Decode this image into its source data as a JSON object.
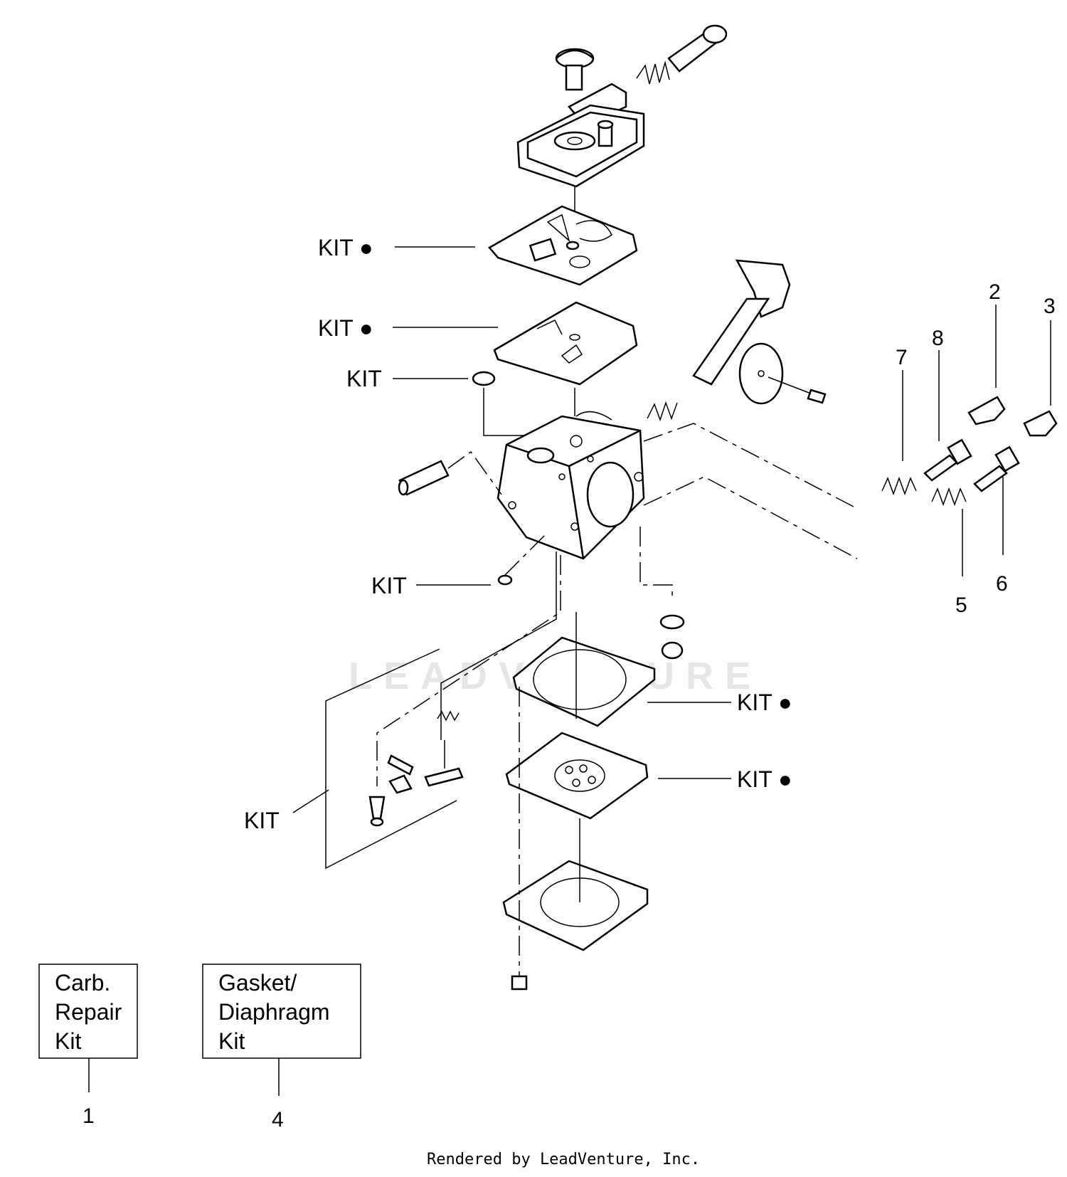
{
  "callouts": {
    "kit_top_1": "KIT ●",
    "kit_top_2": "KIT ●",
    "kit_screen": "KIT",
    "kit_plug": "KIT",
    "kit_left": "KIT",
    "kit_bottom_1": "KIT ●",
    "kit_bottom_2": "KIT ●"
  },
  "part_numbers": {
    "n1": "1",
    "n2": "2",
    "n3": "3",
    "n4": "4",
    "n5": "5",
    "n6": "6",
    "n7": "7",
    "n8": "8"
  },
  "kit_boxes": {
    "carb_repair": [
      "Carb.",
      "Repair",
      "Kit"
    ],
    "gasket_diaphragm": [
      "Gasket/",
      "Diaphragm",
      "Kit"
    ]
  },
  "watermark": "LEADVENTURE",
  "footer": "Rendered by LeadVenture, Inc."
}
